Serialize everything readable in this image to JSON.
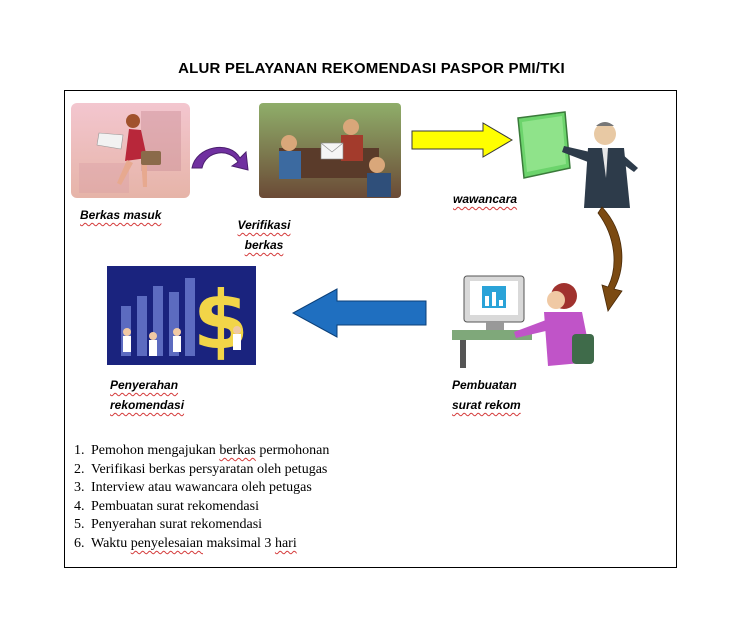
{
  "title": "ALUR PELAYANAN REKOMENDASI PASPOR PMI/TKI",
  "colors": {
    "arrow_purple": "#7030a0",
    "arrow_yellow": "#ffff00",
    "arrow_brown": "#7b4a12",
    "arrow_blue": "#1f6fc0",
    "spellcheck_underline": "#d43a3a"
  },
  "icons": [
    "woman-walking-briefcase-clipart",
    "meeting-documents-clipart",
    "presenter-board-clipart",
    "woman-computer-clipart",
    "money-growth-chart-clipart"
  ],
  "captions": {
    "berkas_masuk": "Berkas masuk",
    "verifikasi_line1": "Verifikasi",
    "verifikasi_line2": "berkas",
    "wawancara": "wawancara",
    "pembuatan_line1": "Pembuatan",
    "pembuatan_line2": "surat rekom",
    "penyerahan_line1": "Penyerahan",
    "penyerahan_line2": "rekomendasi"
  },
  "steps": [
    {
      "num": "1.",
      "before": "Pemohon mengajukan ",
      "flagged": "berkas",
      "after": " permohonan"
    },
    {
      "num": "2.",
      "before": "Verifikasi berkas persyaratan oleh petugas",
      "flagged": "",
      "after": ""
    },
    {
      "num": "3.",
      "before": "Interview atau wawancara oleh petugas",
      "flagged": "",
      "after": ""
    },
    {
      "num": "4.",
      "before": "Pembuatan surat rekomendasi",
      "flagged": "",
      "after": ""
    },
    {
      "num": "5.",
      "before": "Penyerahan surat rekomendasi",
      "flagged": "",
      "after": ""
    },
    {
      "num": "6.",
      "before": "Waktu ",
      "flagged": "penyelesaian",
      "after": " maksimal 3 ",
      "flagged2": "hari"
    }
  ]
}
